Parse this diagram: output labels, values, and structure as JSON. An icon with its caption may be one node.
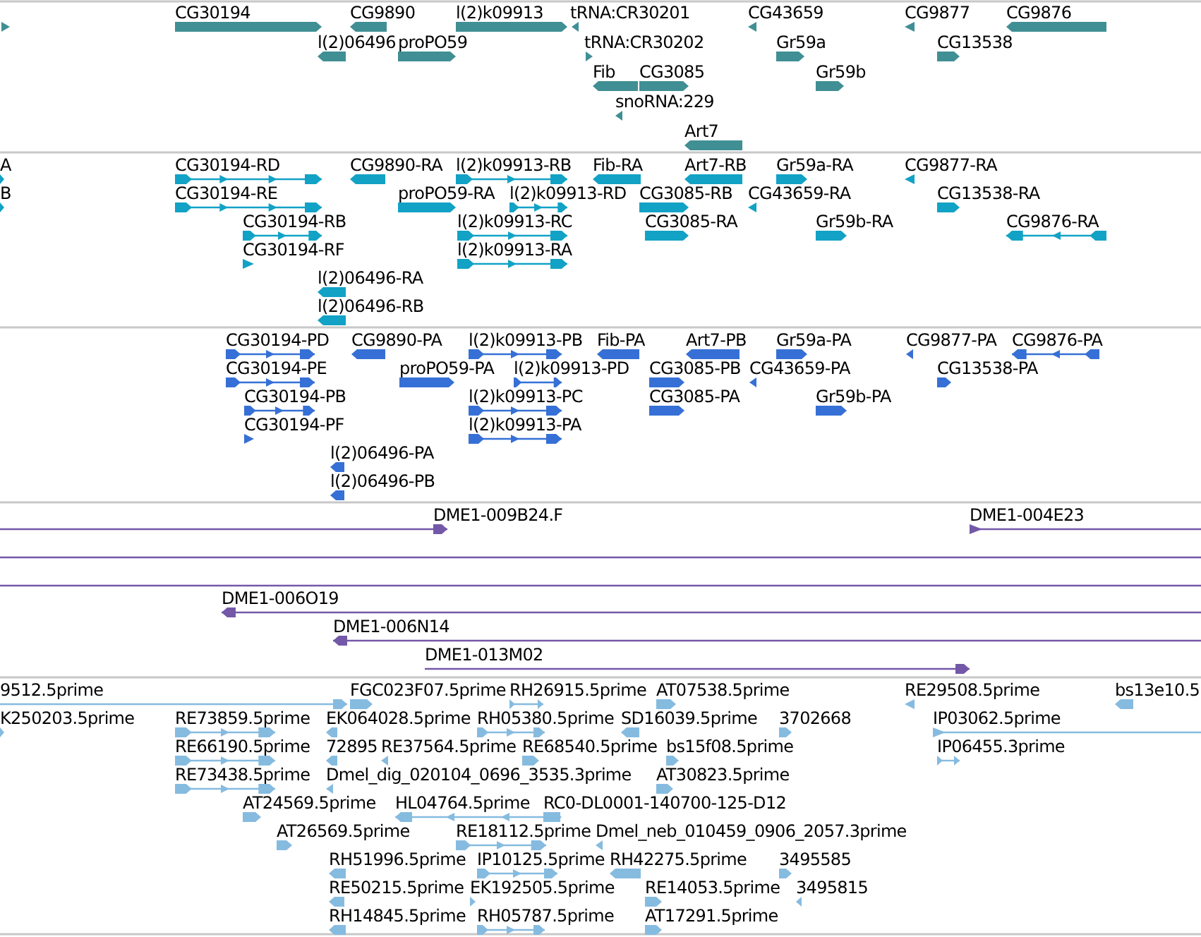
{
  "diagram": {
    "labels": [
      "CG30194",
      "CG9890",
      "l(2)k09913",
      "tRNA:CR30201",
      "CG43659",
      "CG9877",
      "CG9876",
      "l(2)06496",
      "proPO59",
      "tRNA:CR30202",
      "Gr59a",
      "CG13538",
      "Fib",
      "CG3085",
      "Gr59b",
      "snoRNA:229",
      "Art7",
      "A",
      "CG30194-RD",
      "CG9890-RA",
      "l(2)k09913-RB",
      "Fib-RA",
      "Art7-RB",
      "Gr59a-RA",
      "CG9877-RA",
      "B",
      "CG30194-RE",
      "proPO59-RA",
      "l(2)k09913-RD",
      "CG3085-RB",
      "CG43659-RA",
      "CG13538-RA",
      "CG30194-RB",
      "l(2)k09913-RC",
      "CG3085-RA",
      "Gr59b-RA",
      "CG9876-RA",
      "CG30194-RF",
      "l(2)k09913-RA",
      "l(2)06496-RA",
      "l(2)06496-RB",
      "CG30194-PD",
      "CG9890-PA",
      "l(2)k09913-PB",
      "Fib-PA",
      "Art7-PB",
      "Gr59a-PA",
      "CG9877-PA",
      "CG9876-PA",
      "CG30194-PE",
      "proPO59-PA",
      "l(2)k09913-PD",
      "CG3085-PB",
      "CG43659-PA",
      "CG13538-PA",
      "CG30194-PB",
      "l(2)k09913-PC",
      "CG3085-PA",
      "Gr59b-PA",
      "CG30194-PF",
      "l(2)k09913-PA",
      "l(2)06496-PA",
      "l(2)06496-PB",
      "DME1-009B24.F",
      "DME1-004E23",
      "DME1-006O19",
      "DME1-006N14",
      "DME1-013M02",
      "9512.5prime",
      "FGC023F07.5prime",
      "RH26915.5prime",
      "AT07538.5prime",
      "RE29508.5prime",
      "bs13e10.5",
      "K250203.5prime",
      "RE73859.5prime",
      "EK064028.5prime",
      "RH05380.5prime",
      "SD16039.5prime",
      "3702668",
      "IP03062.5prime",
      "RE66190.5prime",
      "72895",
      "RE37564.5prime",
      "RE68540.5prime",
      "bs15f08.5prime",
      "IP06455.3prime",
      "RE73438.5prime",
      "Dmel_dig_020104_0696_3535.3prime",
      "AT30823.5prime",
      "AT24569.5prime",
      "HL04764.5prime",
      "RC0-DL0001-140700-125-D12",
      "AT26569.5prime",
      "RE18112.5prime",
      "Dmel_neb_010459_0906_2057.3prime",
      "RH51996.5prime",
      "IP10125.5prime",
      "RH42275.5prime",
      "3495585",
      "RE50215.5prime",
      "EK192505.5prime",
      "RE14053.5prime",
      "3495815",
      "RH14845.5prime",
      "RH05787.5prime",
      "AT17291.5prime"
    ]
  }
}
